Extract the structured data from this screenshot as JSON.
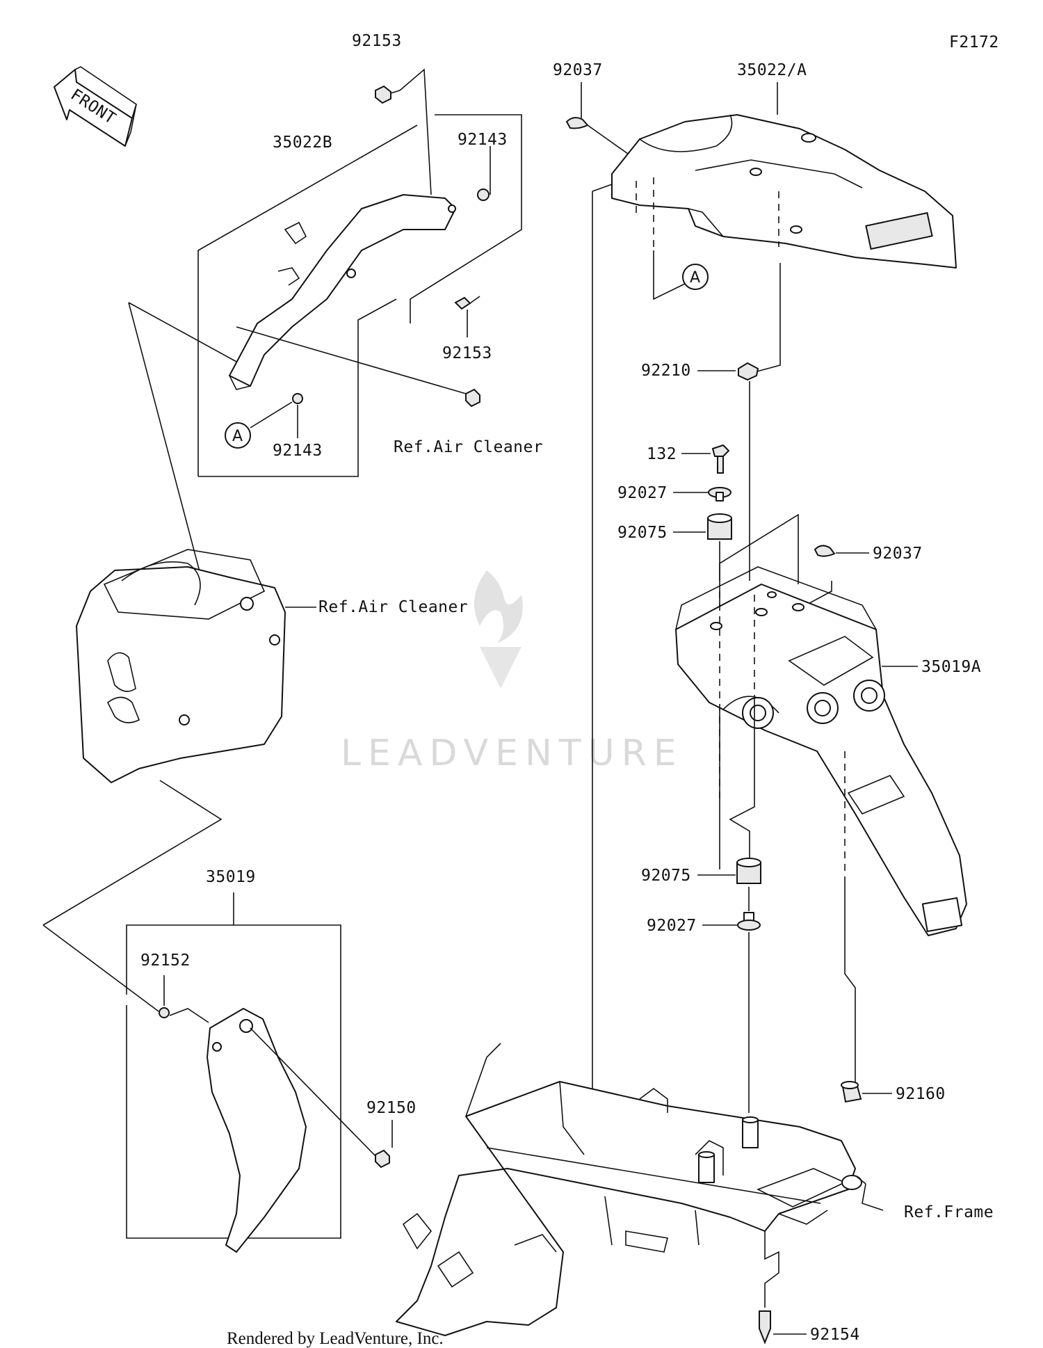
{
  "figure_code": "F2172",
  "front_label": "FRONT",
  "footer": "Rendered by LeadVenture, Inc.",
  "watermark": "LEADVENTURE",
  "callout_marker": "A",
  "parts": {
    "p92153_top": "92153",
    "p35022B": "35022B",
    "p92143_top": "92143",
    "p92153_mid": "92153",
    "p92143_bottom": "92143",
    "ref_air_cleaner_1": "Ref.Air Cleaner",
    "ref_air_cleaner_2": "Ref.Air Cleaner",
    "p92037_top": "92037",
    "p35022A": "35022/A",
    "p92210": "92210",
    "p132": "132",
    "p92027_top": "92027",
    "p92075_top": "92075",
    "p92037_right": "92037",
    "p35019A": "35019A",
    "p35019": "35019",
    "p92152": "92152",
    "p92150": "92150",
    "p92075_bottom": "92075",
    "p92027_bottom": "92027",
    "p92160": "92160",
    "ref_frame": "Ref.Frame",
    "p92154": "92154"
  }
}
